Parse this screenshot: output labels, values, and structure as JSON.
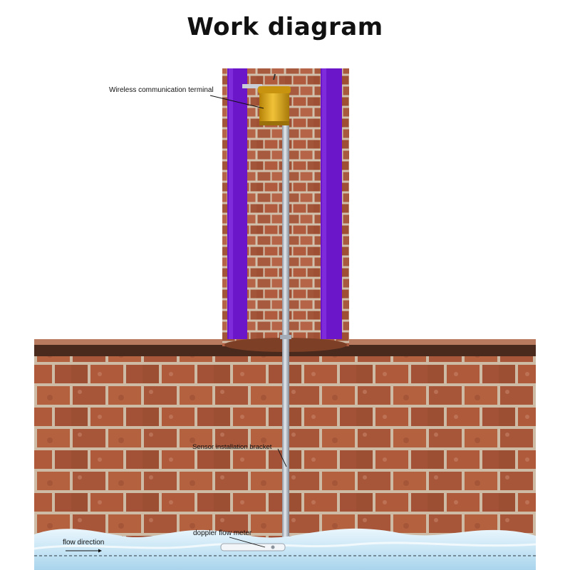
{
  "title": "Work diagram",
  "labels": {
    "wireless_terminal": "Wireless communication terminal",
    "bracket": "Sensor installation bracket",
    "flow_meter": "doppler flow meter",
    "flow_direction": "flow direction"
  },
  "colors": {
    "brick": "#a8563a",
    "mortar": "#c9b7a3",
    "purple_pipe": "#6b17c9",
    "terminal_body": "#d9a418",
    "water": "#d6ecf7",
    "pole": "#b8c0cc"
  }
}
